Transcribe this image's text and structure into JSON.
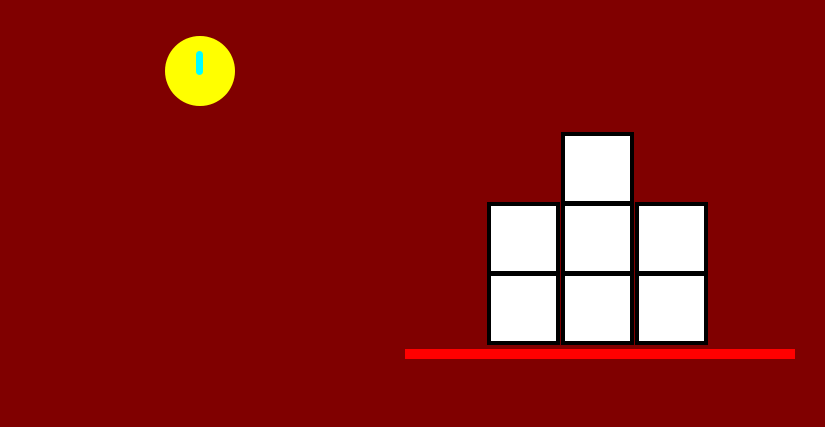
{
  "colors": {
    "background": "#800000",
    "ball": "#ffff00",
    "ball_mark": "#00ffff",
    "platform": "#ff0000",
    "block_fill": "#ffffff",
    "block_border": "#000000"
  },
  "scene": {
    "ball": {
      "icon": "ball-icon"
    },
    "blocks": [
      {
        "id": "block-top"
      },
      {
        "id": "block-mid-l"
      },
      {
        "id": "block-mid-c"
      },
      {
        "id": "block-mid-r"
      },
      {
        "id": "block-bot-l"
      },
      {
        "id": "block-bot-c"
      },
      {
        "id": "block-bot-r"
      }
    ]
  }
}
